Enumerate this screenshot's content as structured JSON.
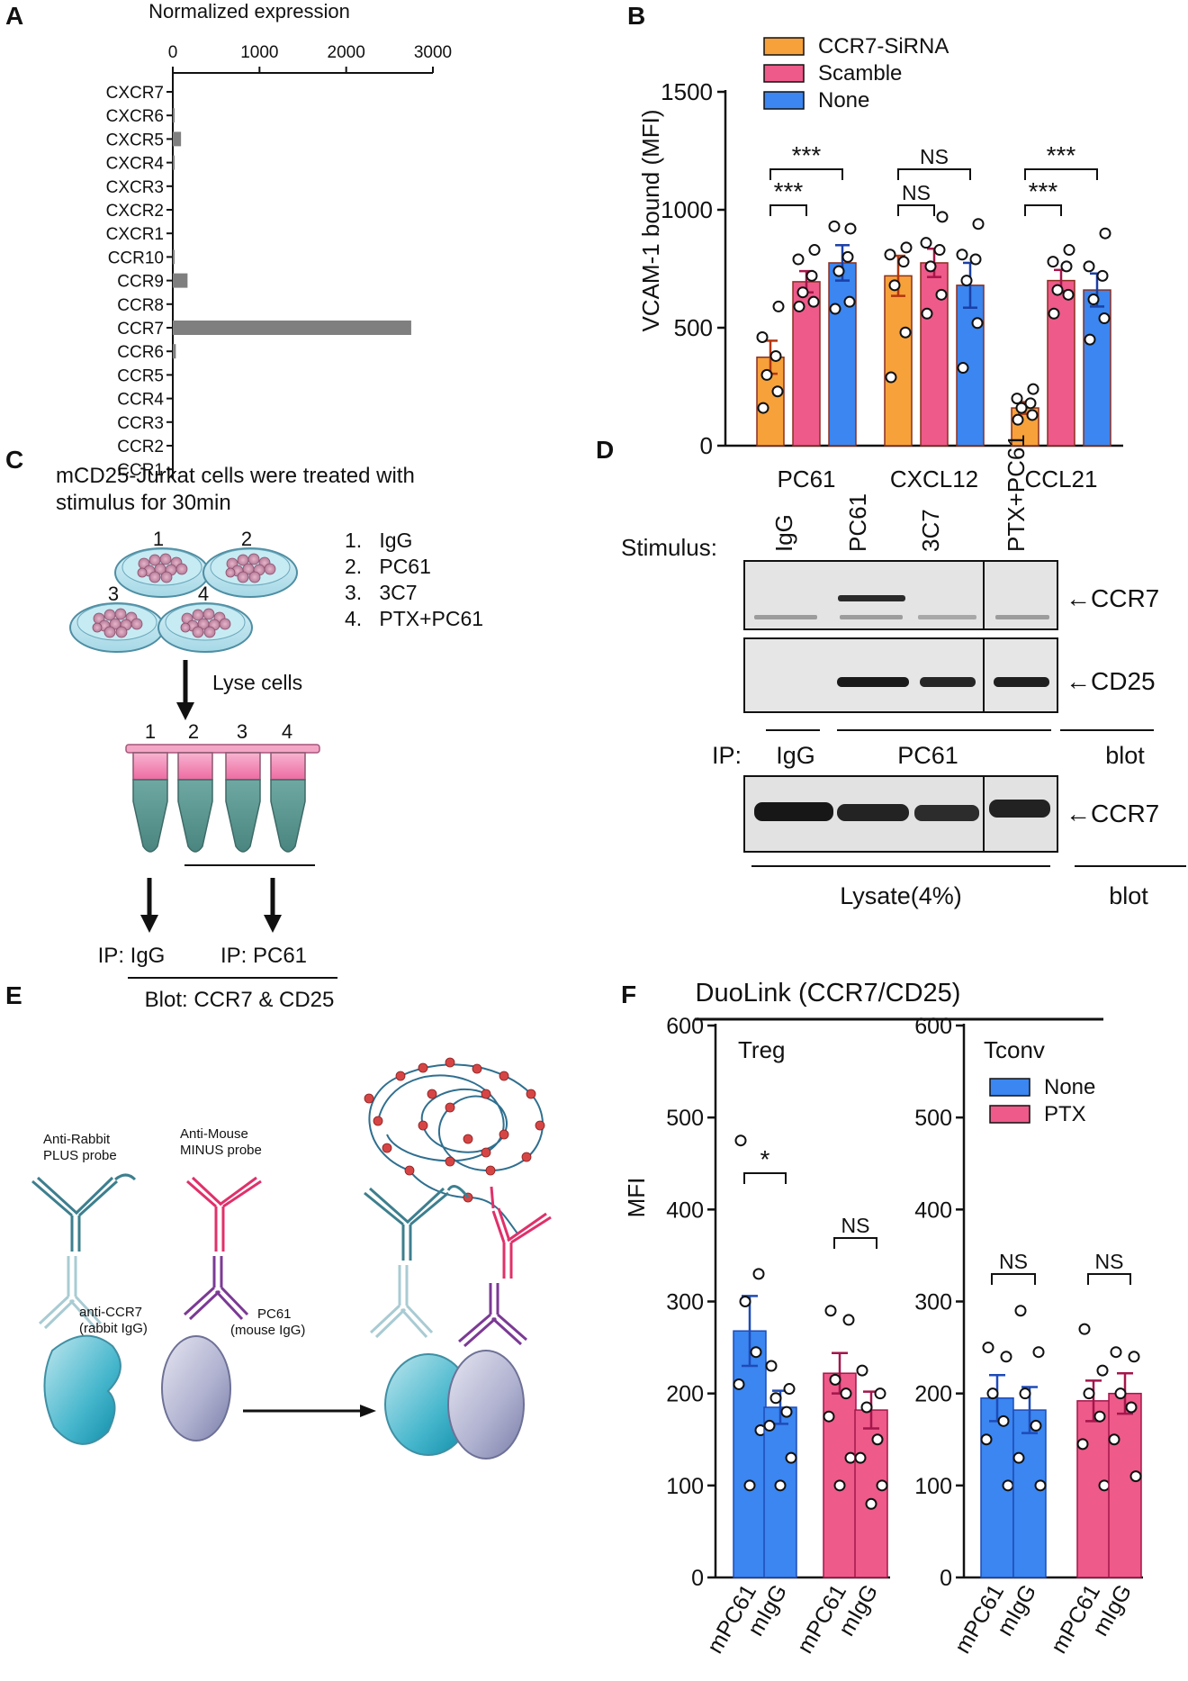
{
  "panels": {
    "A": {
      "label": "A",
      "chart_data": {
        "type": "bar",
        "orientation": "horizontal",
        "title": "Normalized expression",
        "categories": [
          "CXCR7",
          "CXCR6",
          "CXCR5",
          "CXCR4",
          "CXCR3",
          "CXCR2",
          "CXCR1",
          "CCR10",
          "CCR9",
          "CCR8",
          "CCR7",
          "CCR6",
          "CCR5",
          "CCR4",
          "CCR3",
          "CCR2",
          "CCR1"
        ],
        "values": [
          0,
          5,
          95,
          5,
          0,
          0,
          0,
          5,
          170,
          0,
          2750,
          35,
          0,
          0,
          0,
          0,
          0
        ],
        "xlim": [
          0,
          3000
        ],
        "xticks": [
          "0",
          "1000",
          "2000",
          "3000"
        ],
        "color": "#7f7f7f"
      }
    },
    "B": {
      "label": "B",
      "chart_data": {
        "type": "bar",
        "ylabel": "VCAM-1 bound (MFI)",
        "ylim": [
          0,
          1500
        ],
        "yticks": [
          "0",
          "500",
          "1000",
          "1500"
        ],
        "groups": [
          "PC61",
          "CXCL12",
          "CCL21"
        ],
        "series": [
          {
            "name": "CCR7-SiRNA",
            "color": "#f7a13b",
            "means": [
              375,
              720,
              160
            ],
            "sem": [
              70,
              85,
              25
            ],
            "points": [
              [
                160,
                230,
                300,
                380,
                460,
                590
              ],
              [
                290,
                480,
                680,
                780,
                810,
                840
              ],
              [
                110,
                130,
                160,
                180,
                200,
                240
              ]
            ]
          },
          {
            "name": "Scamble",
            "color": "#ee5a8a",
            "means": [
              695,
              775,
              700
            ],
            "sem": [
              45,
              60,
              45
            ],
            "points": [
              [
                590,
                610,
                650,
                720,
                790,
                830
              ],
              [
                560,
                640,
                760,
                830,
                860,
                970
              ],
              [
                560,
                640,
                660,
                760,
                780,
                830
              ]
            ]
          },
          {
            "name": "None",
            "color": "#3b86f0",
            "means": [
              775,
              680,
              660
            ],
            "sem": [
              75,
              95,
              70
            ],
            "points": [
              [
                580,
                610,
                740,
                800,
                930,
                920
              ],
              [
                330,
                520,
                700,
                790,
                810,
                940
              ],
              [
                450,
                540,
                620,
                720,
                760,
                900
              ]
            ]
          }
        ],
        "annotations": [
          "***",
          "***",
          "NS",
          "NS",
          "***",
          "***"
        ]
      }
    },
    "C": {
      "label": "C",
      "description_lines": [
        "mCD25-Jurkat cells were treated with",
        "stimulus for 30min"
      ],
      "list": [
        "1.   IgG",
        "2.   PC61",
        "3.   3C7",
        "4.   PTX+PC61"
      ],
      "dish_numbers": [
        "1",
        "2",
        "3",
        "4"
      ],
      "lyse_label": "Lyse cells",
      "tube_numbers": [
        "1",
        "2",
        "3",
        "4"
      ],
      "ip_igg": "IP: IgG",
      "ip_pc61": "IP: PC61",
      "blot": "Blot: CCR7 & CD25"
    },
    "D": {
      "label": "D",
      "stimulus_label": "Stimulus:",
      "lanes": [
        "IgG",
        "PC61",
        "3C7",
        "PTX+PC61"
      ],
      "band_labels": [
        "CCR7",
        "CD25",
        "CCR7"
      ],
      "ip_label": "IP:",
      "ip_igg": "IgG",
      "ip_pc61": "PC61",
      "blot1": "blot",
      "lysate": "Lysate(4%)",
      "blot2": "blot"
    },
    "E": {
      "label": "E",
      "plus_probe": [
        "Anti-Rabbit",
        "PLUS probe"
      ],
      "minus_probe": [
        "Anti-Mouse",
        "MINUS probe"
      ],
      "anti_ccr7": [
        "anti-CCR7",
        "(rabbit IgG)"
      ],
      "pc61": [
        "PC61",
        "(mouse IgG)"
      ]
    },
    "F": {
      "label": "F",
      "title": "DuoLink (CCR7/CD25)",
      "ylabel": "MFI",
      "chart_data": [
        {
          "type": "bar",
          "subtitle": "Treg",
          "ylim": [
            0,
            600
          ],
          "yticks": [
            "0",
            "100",
            "200",
            "300",
            "400",
            "500",
            "600"
          ],
          "categories": [
            "mPC61",
            "mIgG",
            "mPC61",
            "mIgG"
          ],
          "colors": [
            "#3b86f0",
            "#3b86f0",
            "#ee5a8a",
            "#ee5a8a"
          ],
          "means": [
            268,
            185,
            222,
            182
          ],
          "sem": [
            38,
            18,
            22,
            20
          ],
          "points": [
            [
              475,
              330,
              300,
              245,
              210,
              160,
              100
            ],
            [
              230,
              205,
              195,
              180,
              165,
              130,
              100
            ],
            [
              290,
              280,
              215,
              200,
              175,
              130,
              100
            ],
            [
              225,
              200,
              185,
              150,
              130,
              100,
              80
            ]
          ],
          "annotations": [
            "*",
            "NS"
          ]
        },
        {
          "type": "bar",
          "subtitle": "Tconv",
          "legend": [
            {
              "name": "None",
              "color": "#3b86f0"
            },
            {
              "name": "PTX",
              "color": "#ee5a8a"
            }
          ],
          "ylim": [
            0,
            600
          ],
          "yticks": [
            "0",
            "100",
            "200",
            "300",
            "400",
            "500",
            "600"
          ],
          "categories": [
            "mPC61",
            "mIgG",
            "mPC61",
            "mIgG"
          ],
          "colors": [
            "#3b86f0",
            "#3b86f0",
            "#ee5a8a",
            "#ee5a8a"
          ],
          "means": [
            195,
            182,
            192,
            200
          ],
          "sem": [
            25,
            25,
            22,
            22
          ],
          "points": [
            [
              250,
              240,
              200,
              170,
              150,
              100
            ],
            [
              290,
              245,
              200,
              165,
              130,
              100
            ],
            [
              270,
              225,
              200,
              175,
              145,
              100
            ],
            [
              245,
              240,
              200,
              185,
              150,
              110
            ]
          ],
          "annotations": [
            "NS",
            "NS"
          ]
        }
      ]
    }
  }
}
